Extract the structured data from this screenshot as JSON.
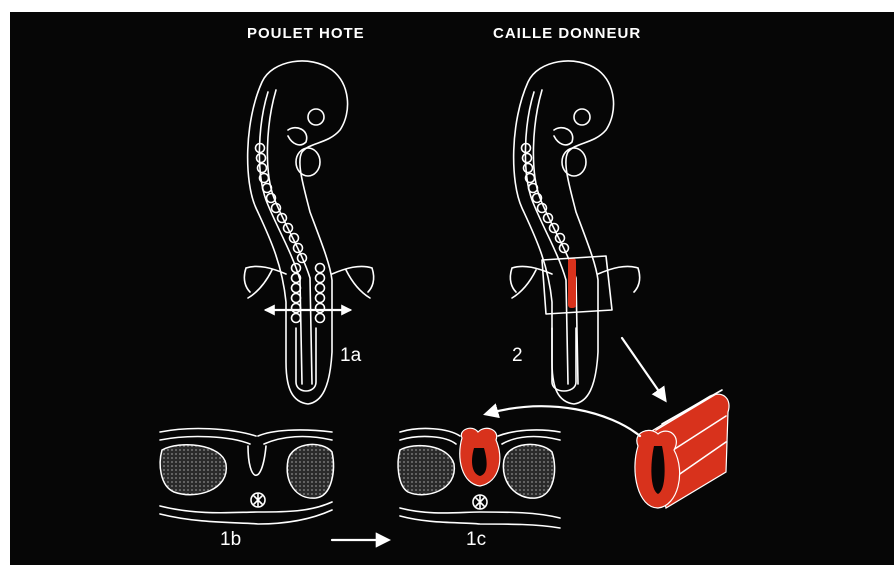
{
  "headers": {
    "host": "POULET HOTE",
    "donor": "CAILLE DONNEUR"
  },
  "labels": {
    "fig_1a": "1a",
    "fig_2": "2",
    "fig_1b": "1b",
    "fig_1c": "1c"
  },
  "colors": {
    "background": "#060606",
    "line": "#ffffff",
    "graft": "#d8321c",
    "dark_tissue": "#3a3a3a"
  }
}
